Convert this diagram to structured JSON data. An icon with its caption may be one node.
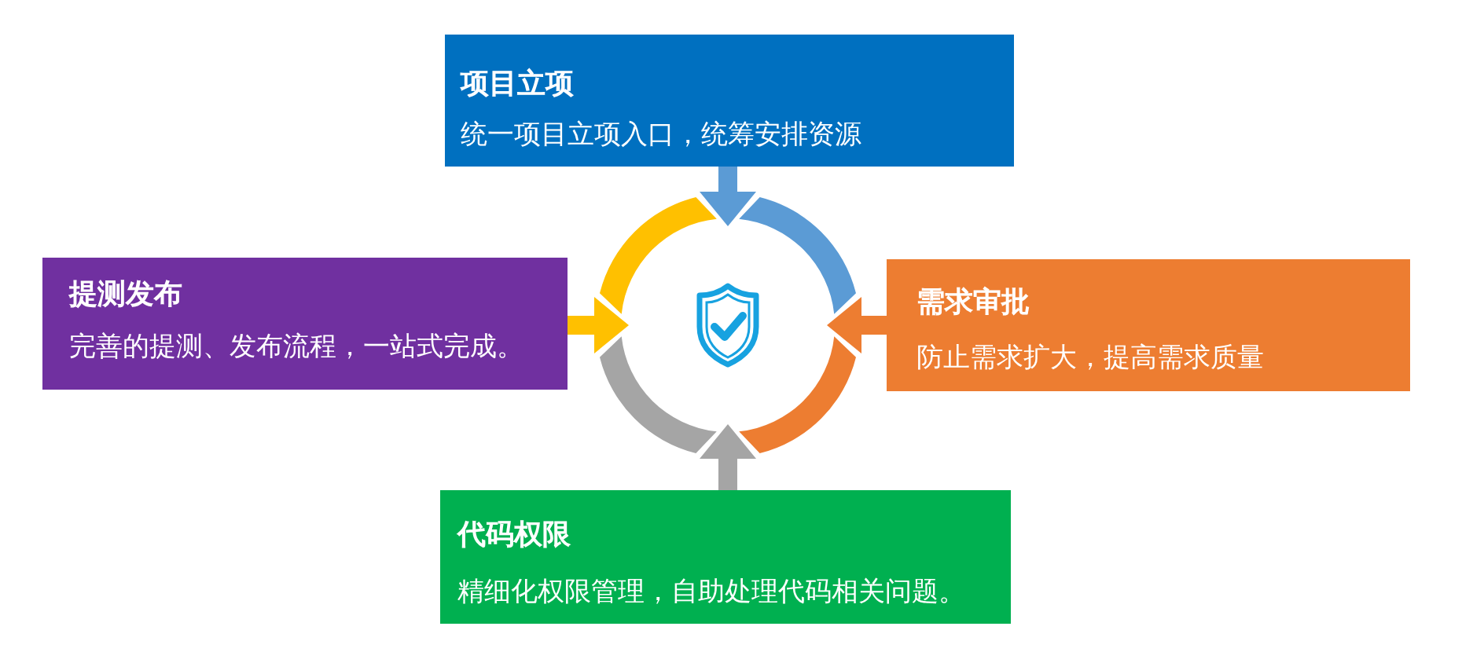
{
  "diagram": {
    "nodes": [
      {
        "text": [
          "项目立项",
          "统一项目立项入口，统筹安排资源"
        ]
      },
      {
        "text": [
          "提测发布",
          "完善的提测、发布流程，一站式完成。"
        ]
      },
      {
        "text": [
          "需求审批",
          "防止需求扩大，提高需求质量"
        ]
      },
      {
        "text": [
          "代码权限",
          "精细化权限管理，自助处理代码相关问题。"
        ]
      },
      {
        "text": [],
        "shape": "circle"
      }
    ],
    "edges": [
      {
        "from": 0,
        "to": 4,
        "arrow": "to",
        "color": "#5b9bd5"
      },
      {
        "from": 1,
        "to": 4,
        "arrow": "to",
        "color": "#ffc000"
      },
      {
        "from": 2,
        "to": 4,
        "arrow": "to",
        "color": "#ed7d31"
      },
      {
        "from": 3,
        "to": 4,
        "arrow": "to",
        "color": "#a5a5a5"
      }
    ]
  }
}
